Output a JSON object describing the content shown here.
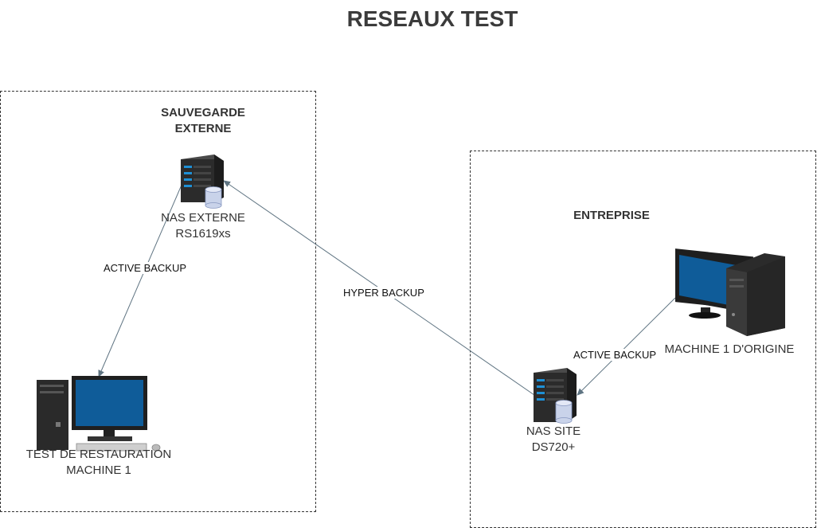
{
  "diagram": {
    "title": "RESEAUX TEST",
    "zones": {
      "sauvegarde": {
        "label_line1": "SAUVEGARDE",
        "label_line2": "EXTERNE"
      },
      "entreprise": {
        "label": "ENTREPRISE"
      }
    },
    "nodes": {
      "nas_externe": {
        "line1": "NAS EXTERNE",
        "line2": "RS1619xs",
        "icon": "server-icon"
      },
      "test_restauration": {
        "line1": "TEST DE RESTAURATION",
        "line2": "MACHINE 1",
        "icon": "workstation-icon"
      },
      "nas_site": {
        "line1": "NAS SITE",
        "line2": "DS720+",
        "icon": "server-icon"
      },
      "machine_origine": {
        "line1": "MACHINE 1 D'ORIGINE",
        "icon": "workstation-icon"
      }
    },
    "edges": {
      "active_backup_left": "ACTIVE BACKUP",
      "hyper_backup": "HYPER BACKUP",
      "active_backup_right": "ACTIVE BACKUP"
    },
    "colors": {
      "edge": "#5f7482",
      "server_body": "#2b2b2b",
      "server_light": "#1e90d6",
      "screen": "#0f5c99"
    }
  }
}
